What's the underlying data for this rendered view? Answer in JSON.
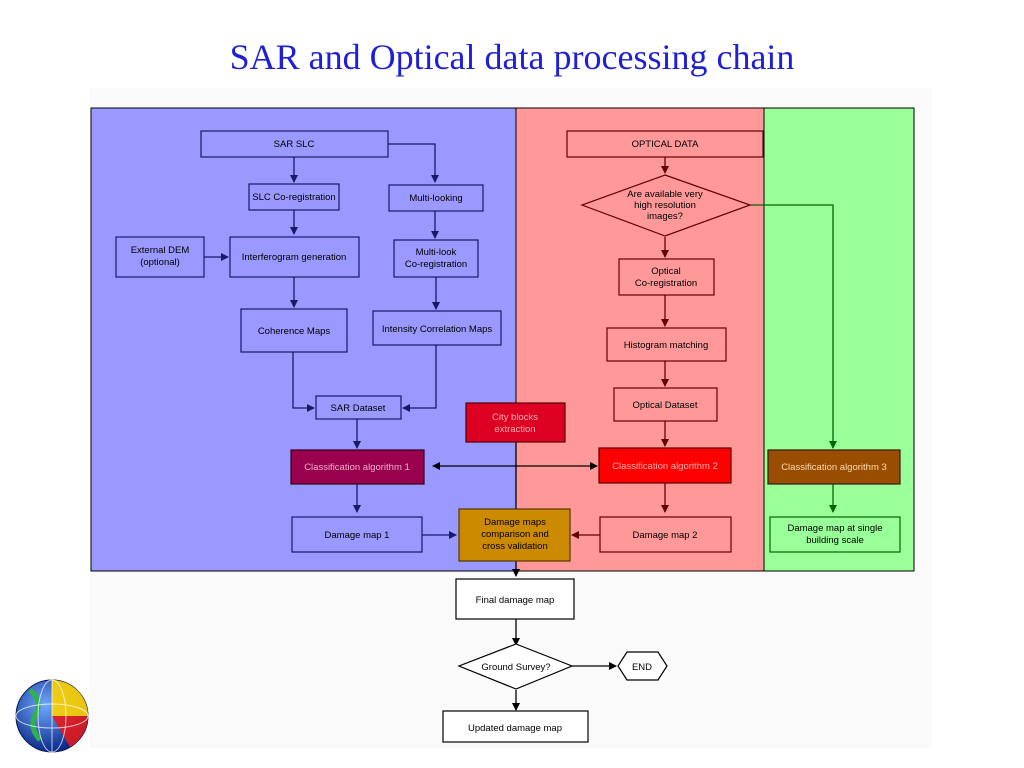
{
  "title": "SAR and Optical data processing chain",
  "nodes": {
    "sar_slc": "SAR SLC",
    "slc_coreg": "SLC Co-registration",
    "multilooking": "Multi-looking",
    "external_dem": [
      "External DEM",
      "(optional)"
    ],
    "interferogram": "Interferogram generation",
    "multilook_coreg": [
      "Multi-look",
      "Co-registration"
    ],
    "coherence": "Coherence Maps",
    "intensity": "Intensity Correlation Maps",
    "sar_dataset": "SAR Dataset",
    "city_blocks": [
      "City blocks",
      "extraction"
    ],
    "class1": "Classification algorithm 1",
    "damage1": "Damage map 1",
    "comparison": [
      "Damage maps",
      "comparison and",
      "cross validation"
    ],
    "optical_data": "OPTICAL DATA",
    "vhr_question": [
      "Are available very",
      "high resolution",
      "images?"
    ],
    "optical_coreg": [
      "Optical",
      "Co-registration"
    ],
    "histogram": "Histogram matching",
    "optical_dataset": "Optical Dataset",
    "class2": "Classification algorithm 2",
    "damage2": "Damage map 2",
    "class3": "Classification algorithm 3",
    "damage_building": [
      "Damage map at single",
      "building scale"
    ],
    "final": "Final damage map",
    "ground_survey": "Ground Survey?",
    "end": "END",
    "updated": "Updated damage map"
  },
  "colors": {
    "sar_panel": "#9999ff",
    "optical_panel": "#ff9999",
    "green_panel": "#99ff99",
    "title": "#1f1fd6",
    "class1": "#99004d",
    "class2": "#ff0000",
    "class3": "#994d00",
    "comparison": "#cc8a00"
  },
  "icons": [
    "globe-logo-icon"
  ]
}
